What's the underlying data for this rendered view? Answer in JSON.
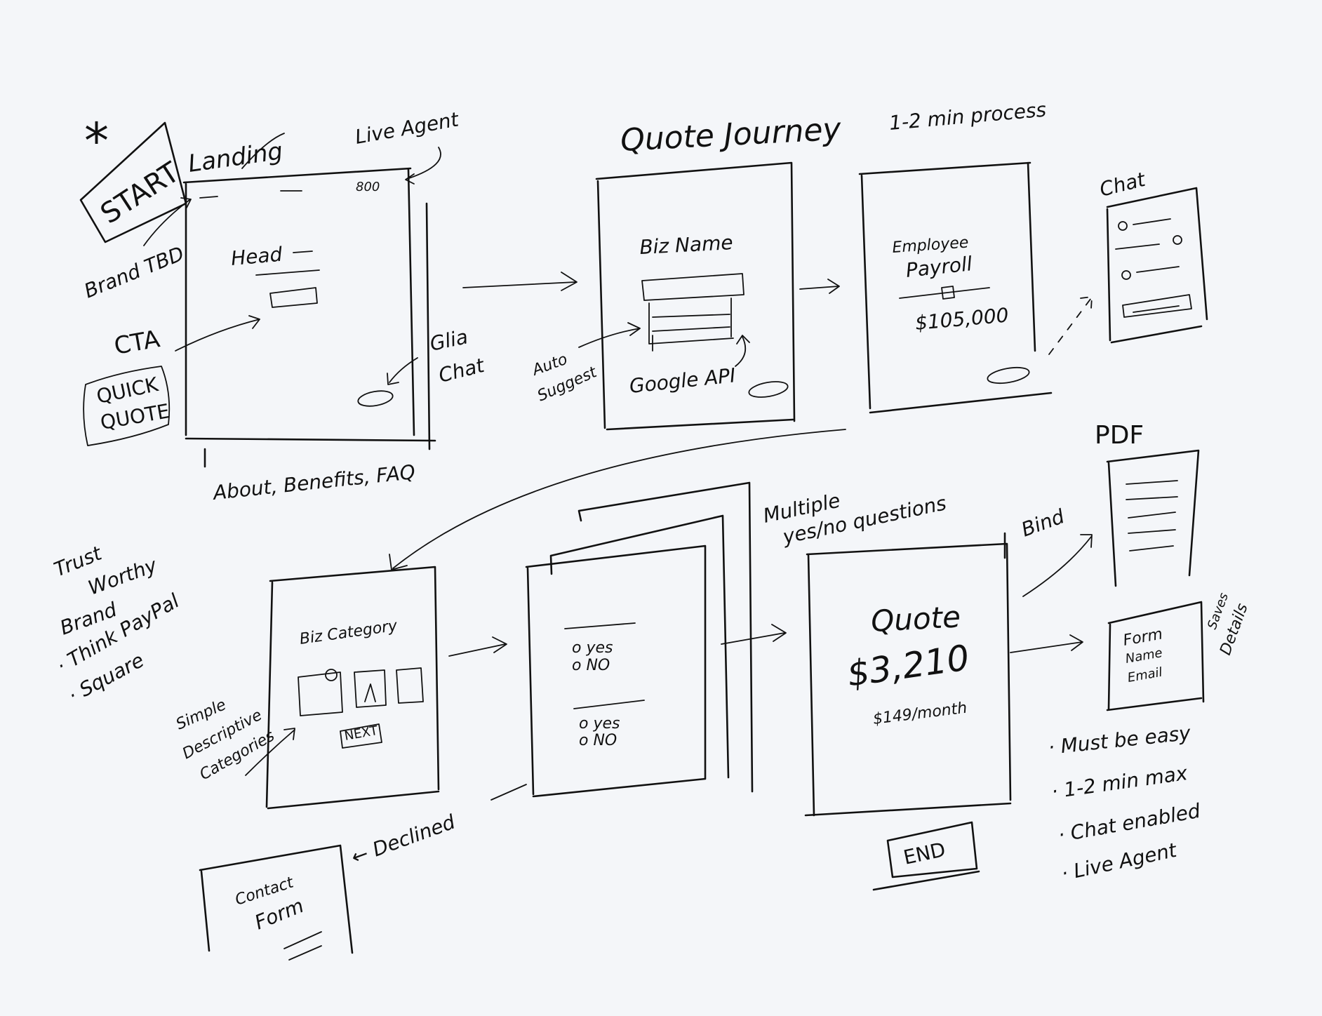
{
  "start": {
    "star": "*",
    "label": "START",
    "brand_note": "Brand TBD"
  },
  "landing": {
    "title": "Landing",
    "live_agent": "Live Agent",
    "nav_text": "800",
    "head": "Head",
    "cta": "CTA",
    "quick_quote": [
      "QUICK",
      "QUOTE"
    ],
    "glia_chat": [
      "Glia",
      "Chat"
    ],
    "footer": "About, Benefits, FAQ"
  },
  "quote_journey": {
    "title": "Quote Journey",
    "process_note": "1-2 min process",
    "biz_name": "Biz Name",
    "auto_suggest": [
      "Auto",
      "Suggest"
    ],
    "google_api": "Google API",
    "employee_payroll": [
      "Employee",
      "Payroll"
    ],
    "payroll_value": "$105,000"
  },
  "chat": {
    "title": "Chat"
  },
  "biz_category": {
    "title": "Biz Category",
    "next": "NEXT",
    "simple_note": [
      "Simple",
      "Descriptive",
      "Categories"
    ]
  },
  "trust_note": {
    "lines": [
      "Trust",
      "Worthy",
      "Brand"
    ],
    "bullets": [
      "· Think PayPal",
      "· Square"
    ]
  },
  "questions": {
    "note": [
      "Multiple",
      "yes/no questions"
    ],
    "option_yes": "o yes",
    "option_no": "o NO"
  },
  "declined": "← Declined",
  "contact_form": [
    "Contact",
    "Form"
  ],
  "quote": {
    "title": "Quote",
    "amount": "$3,210",
    "monthly": "$149/month"
  },
  "end": "END",
  "bind": "Bind",
  "pdf": "PDF",
  "form_box": {
    "lines": [
      "Form",
      "Name",
      "Email"
    ],
    "side": [
      "Saves",
      "Details"
    ]
  },
  "requirements": [
    "· Must be easy",
    "· 1-2 min max",
    "· Chat enabled",
    "· Live Agent"
  ]
}
